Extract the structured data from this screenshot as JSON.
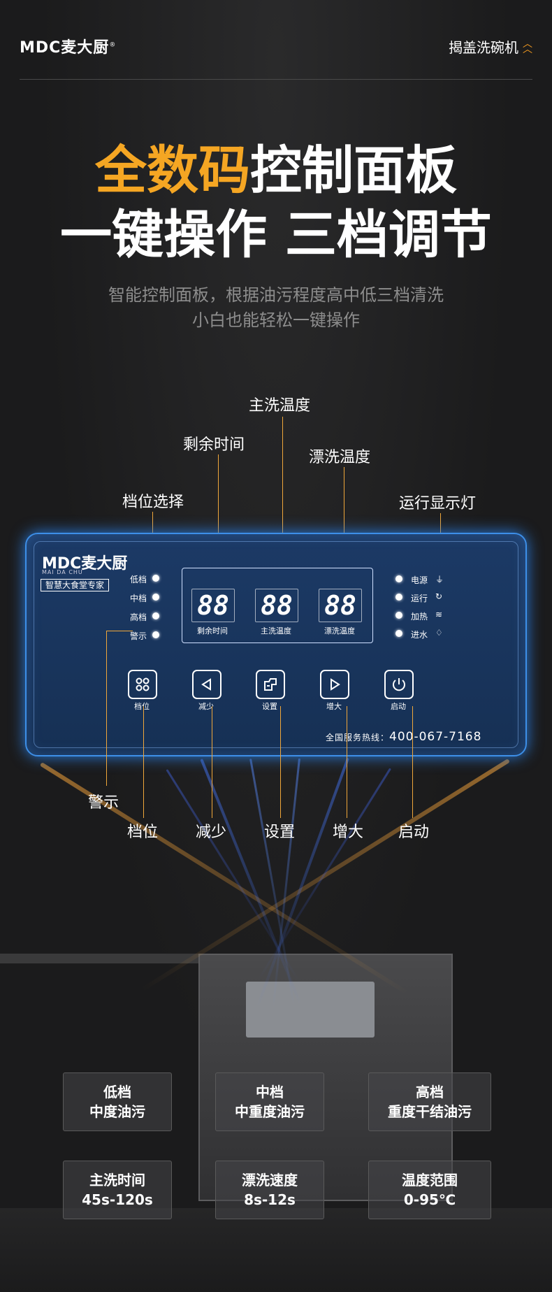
{
  "header": {
    "logo_text": "MDC麦大厨",
    "logo_reg": "®",
    "product_name": "揭盖洗碗机"
  },
  "headline": {
    "accent": "全数码",
    "rest": "控制面板",
    "line2": "一键操作 三档调节"
  },
  "subtitle": {
    "line1": "智能控制面板，根据油污程度高中低三档清洗",
    "line2": "小白也能轻松一键操作"
  },
  "callouts": {
    "main_wash_temp": "主洗温度",
    "remaining_time": "剩余时间",
    "rinse_temp": "漂洗温度",
    "gear_select": "档位选择",
    "run_indicator": "运行显示灯",
    "warning": "警示",
    "gear": "档位",
    "decrease": "减少",
    "settings": "设置",
    "increase": "增大",
    "start": "启动"
  },
  "panel": {
    "logo": "MDC麦大厨",
    "logo_sub": "MAI DA CHU",
    "slogan": "智慧大食堂专家",
    "levels": [
      "低档",
      "中档",
      "高档",
      "警示"
    ],
    "displays": [
      {
        "value": "88",
        "label": "剩余时间"
      },
      {
        "value": "88",
        "label": "主洗温度"
      },
      {
        "value": "88",
        "label": "漂洗温度"
      }
    ],
    "status": [
      {
        "label": "电源",
        "icon": "plug-icon"
      },
      {
        "label": "运行",
        "icon": "refresh-icon"
      },
      {
        "label": "加热",
        "icon": "heat-icon"
      },
      {
        "label": "进水",
        "icon": "water-drop-icon"
      }
    ],
    "buttons": [
      {
        "label": "档位",
        "icon": "grid-icon"
      },
      {
        "label": "减少",
        "icon": "triangle-left-icon"
      },
      {
        "label": "设置",
        "icon": "settings-icon"
      },
      {
        "label": "增大",
        "icon": "triangle-right-icon"
      },
      {
        "label": "启动",
        "icon": "power-icon"
      }
    ],
    "hotline_label": "全国服务热线：",
    "hotline_number": "400-067-7168"
  },
  "cards_top": [
    {
      "line1": "低档",
      "line2": "中度油污"
    },
    {
      "line1": "中档",
      "line2": "中重度油污"
    },
    {
      "line1": "高档",
      "line2": "重度干结油污"
    }
  ],
  "cards_bottom": [
    {
      "line1": "主洗时间",
      "line2": "45s-120s"
    },
    {
      "line1": "漂洗速度",
      "line2": "8s-12s"
    },
    {
      "line1": "温度范围",
      "line2": "0-95℃"
    }
  ],
  "colors": {
    "accent_orange": "#f5a623",
    "panel_blue": "#3d8fe8",
    "background": "#1b1b1c"
  }
}
